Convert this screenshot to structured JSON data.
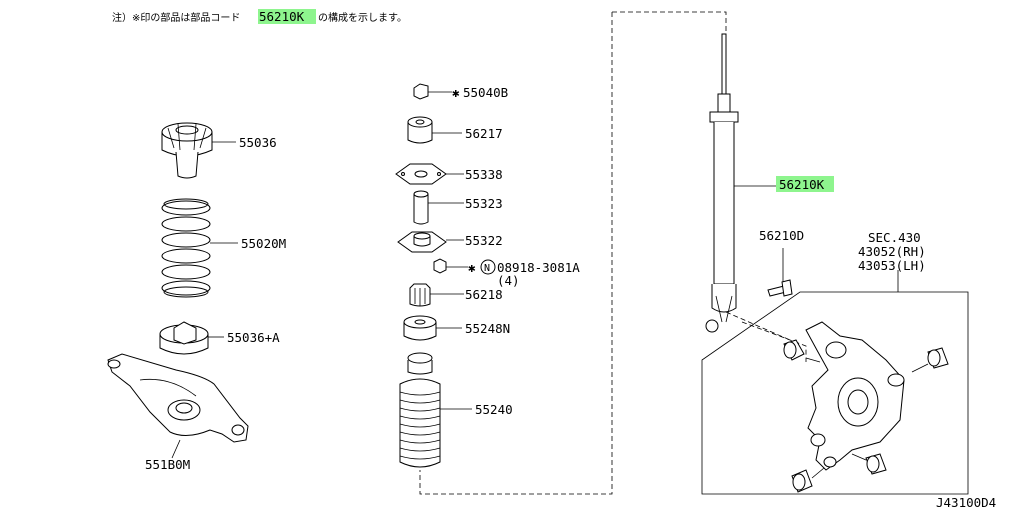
{
  "note": {
    "prefix": "注）※印の部品は部品コード",
    "highlight": "56210K",
    "suffix": "の構成を示します。"
  },
  "highlight_color": "#8ef58e",
  "labels": {
    "l_55036": "55036",
    "l_55020M": "55020M",
    "l_55036A": "55036+A",
    "l_551B0M": "551B0M",
    "l_55040B": "55040B",
    "l_56217": "56217",
    "l_55338": "55338",
    "l_55323": "55323",
    "l_55322": "55322",
    "l_08918": "08918-3081A",
    "l_qty4": "(4)",
    "l_56218": "56218",
    "l_55248N": "55248N",
    "l_55240": "55240",
    "l_56210K": "56210K",
    "l_56210D": "56210D",
    "sec_title": "SEC.430",
    "sec_rh": "43052(RH)",
    "sec_lh": "43053(LH)",
    "diagram_id": "J43100D4"
  },
  "symbols": {
    "star": "✱",
    "circle_n": "N"
  }
}
